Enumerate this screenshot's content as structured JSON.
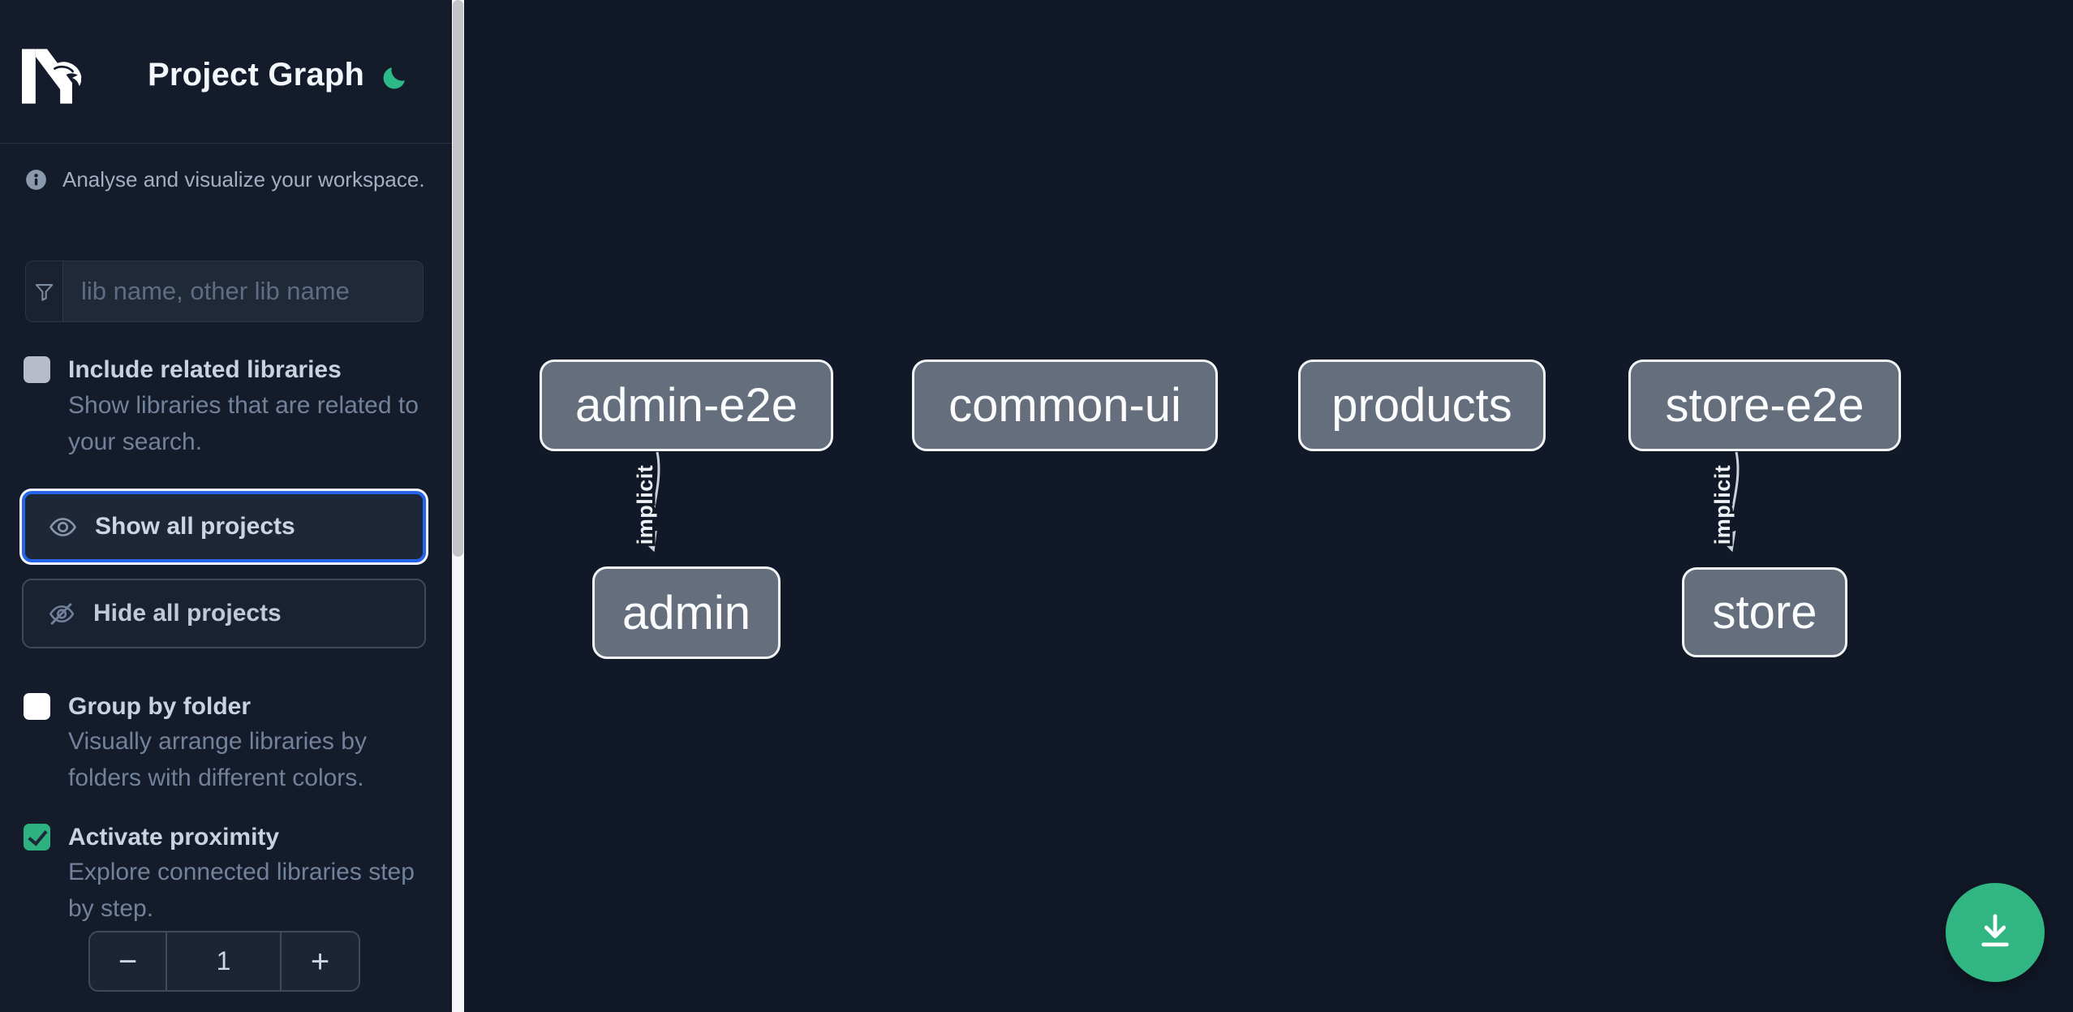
{
  "header": {
    "title": "Project Graph",
    "theme_toggle_icon": "moon"
  },
  "info": {
    "text": "Analyse and visualize your workspace.",
    "icon": "info-circle"
  },
  "search": {
    "placeholder": "lib name, other lib name",
    "value": "",
    "icon": "funnel-filter"
  },
  "options": {
    "include_related": {
      "label": "Include related libraries",
      "description": "Show libraries that are related to your search.",
      "checked": false,
      "enabled": false
    },
    "group_by_folder": {
      "label": "Group by folder",
      "description": "Visually arrange libraries by folders with different colors.",
      "checked": false,
      "enabled": true
    },
    "activate_proximity": {
      "label": "Activate proximity",
      "description": "Explore connected libraries step by step.",
      "checked": true,
      "enabled": true
    }
  },
  "actions": {
    "show_all": "Show all projects",
    "show_all_icon": "eye",
    "hide_all": "Hide all projects",
    "hide_all_icon": "eye-off"
  },
  "stepper": {
    "decrement": "−",
    "value": "1",
    "increment": "+"
  },
  "graph": {
    "nodes": [
      {
        "label": "admin-e2e"
      },
      {
        "label": "common-ui"
      },
      {
        "label": "products"
      },
      {
        "label": "store-e2e"
      },
      {
        "label": "admin"
      },
      {
        "label": "store"
      }
    ],
    "edges": [
      {
        "from": "admin-e2e",
        "to": "admin",
        "label": "implicit",
        "type": "implicit"
      },
      {
        "from": "store-e2e",
        "to": "store",
        "label": "implicit",
        "type": "implicit"
      }
    ]
  },
  "fab": {
    "icon": "download",
    "color": "#30b583"
  },
  "colors": {
    "accent_green": "#2eb181",
    "focus_blue": "#2563eb",
    "node_fill": "#656e7d",
    "sidebar_bg": "#141b2b",
    "canvas_bg": "#111827"
  }
}
